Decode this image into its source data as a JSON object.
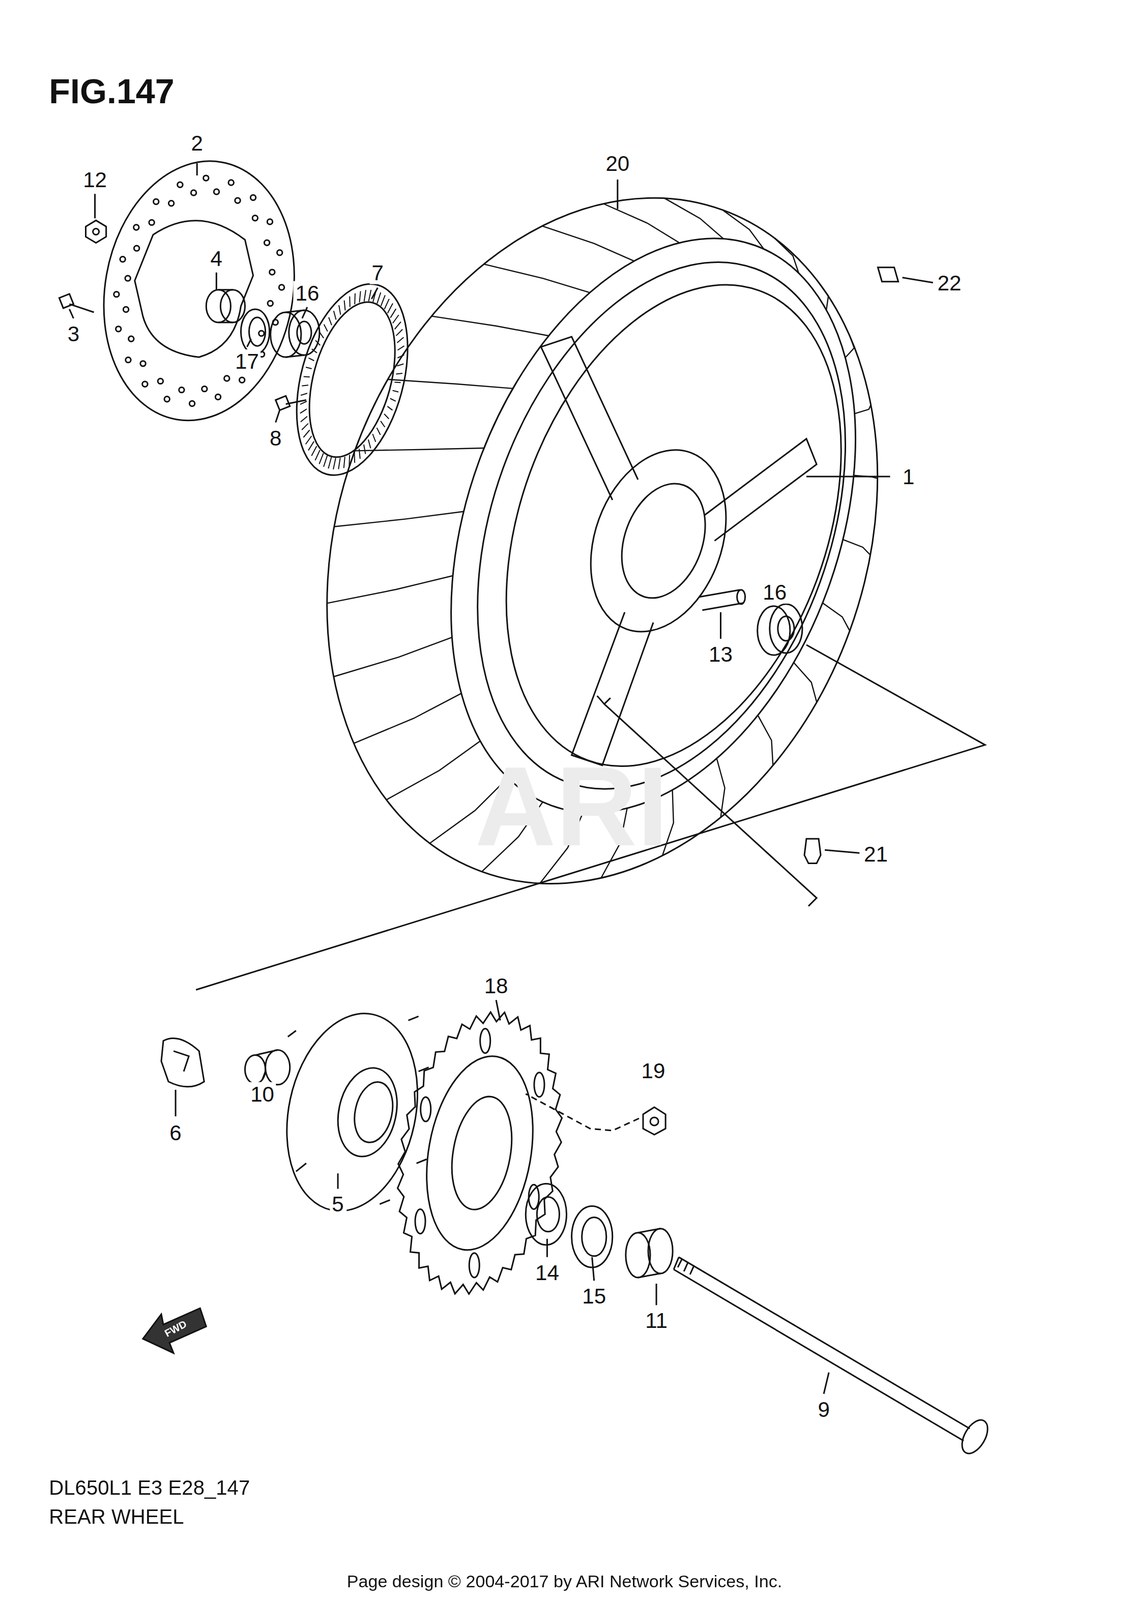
{
  "diagram": {
    "title": "FIG.147",
    "labels": [
      "2",
      "12",
      "20",
      "4",
      "16",
      "7",
      "22",
      "3",
      "17",
      "8",
      "1",
      "16",
      "13",
      "21",
      "18",
      "19",
      "10",
      "6",
      "5",
      "14",
      "15",
      "11",
      "9",
      "DL650L1 E3 E28_147",
      "REAR WHEEL",
      "Page design © 2004-2017 by ARI Network Services, Inc.",
      "ARI",
      "FWD"
    ]
  }
}
